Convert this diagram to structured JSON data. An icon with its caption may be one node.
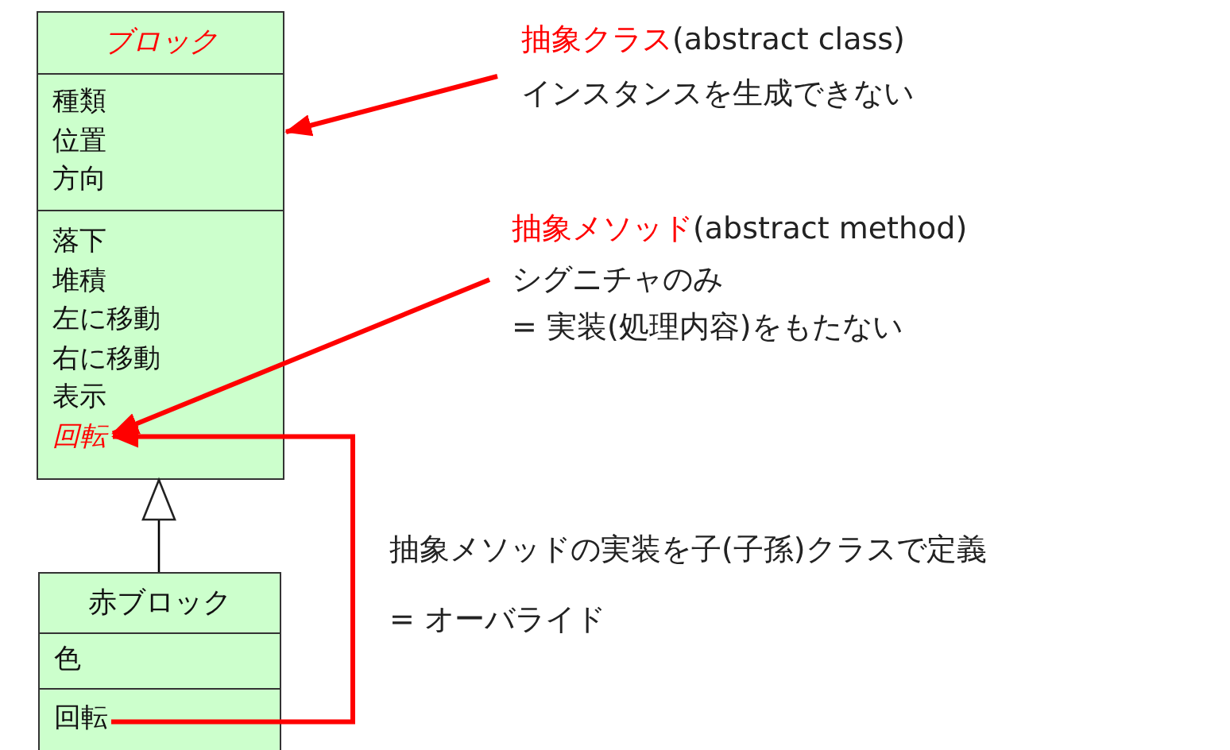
{
  "diagram": {
    "nodes": [
      {
        "text": [
          "ブロック"
        ]
      },
      {
        "text": [
          "種類",
          "位置",
          "方向"
        ],
        "in": 0
      },
      {
        "text": [
          "落下",
          "堆積",
          "左に移動",
          "右に移動",
          "表示"
        ],
        "in": 0
      },
      {
        "text": [
          "回転"
        ],
        "in": 2
      },
      {
        "text": [
          "赤ブロック"
        ]
      },
      {
        "text": [
          "色"
        ],
        "in": 4
      },
      {
        "text": [
          "回転"
        ],
        "in": 4
      },
      {
        "text": [
          "抽象クラス",
          "(abstract class)",
          "インスタンスを生成できない"
        ]
      },
      {
        "text": [
          "抽象メソッド",
          "(abstract method)",
          "シグニチャのみ",
          "= 実装(処理内容)をもたない"
        ]
      },
      {
        "text": [
          "抽象メソッドの実装を子(子孫)クラスで定義",
          "= オーバライド"
        ]
      }
    ],
    "edges": [
      {
        "from": 7,
        "to": 1,
        "arrow": "to"
      },
      {
        "from": 8,
        "to": 3,
        "arrow": "to"
      },
      {
        "from": 6,
        "to": 3,
        "arrow": "to"
      },
      {
        "from": 4,
        "to": 0,
        "arrow": "to",
        "color": "#000000"
      }
    ]
  }
}
